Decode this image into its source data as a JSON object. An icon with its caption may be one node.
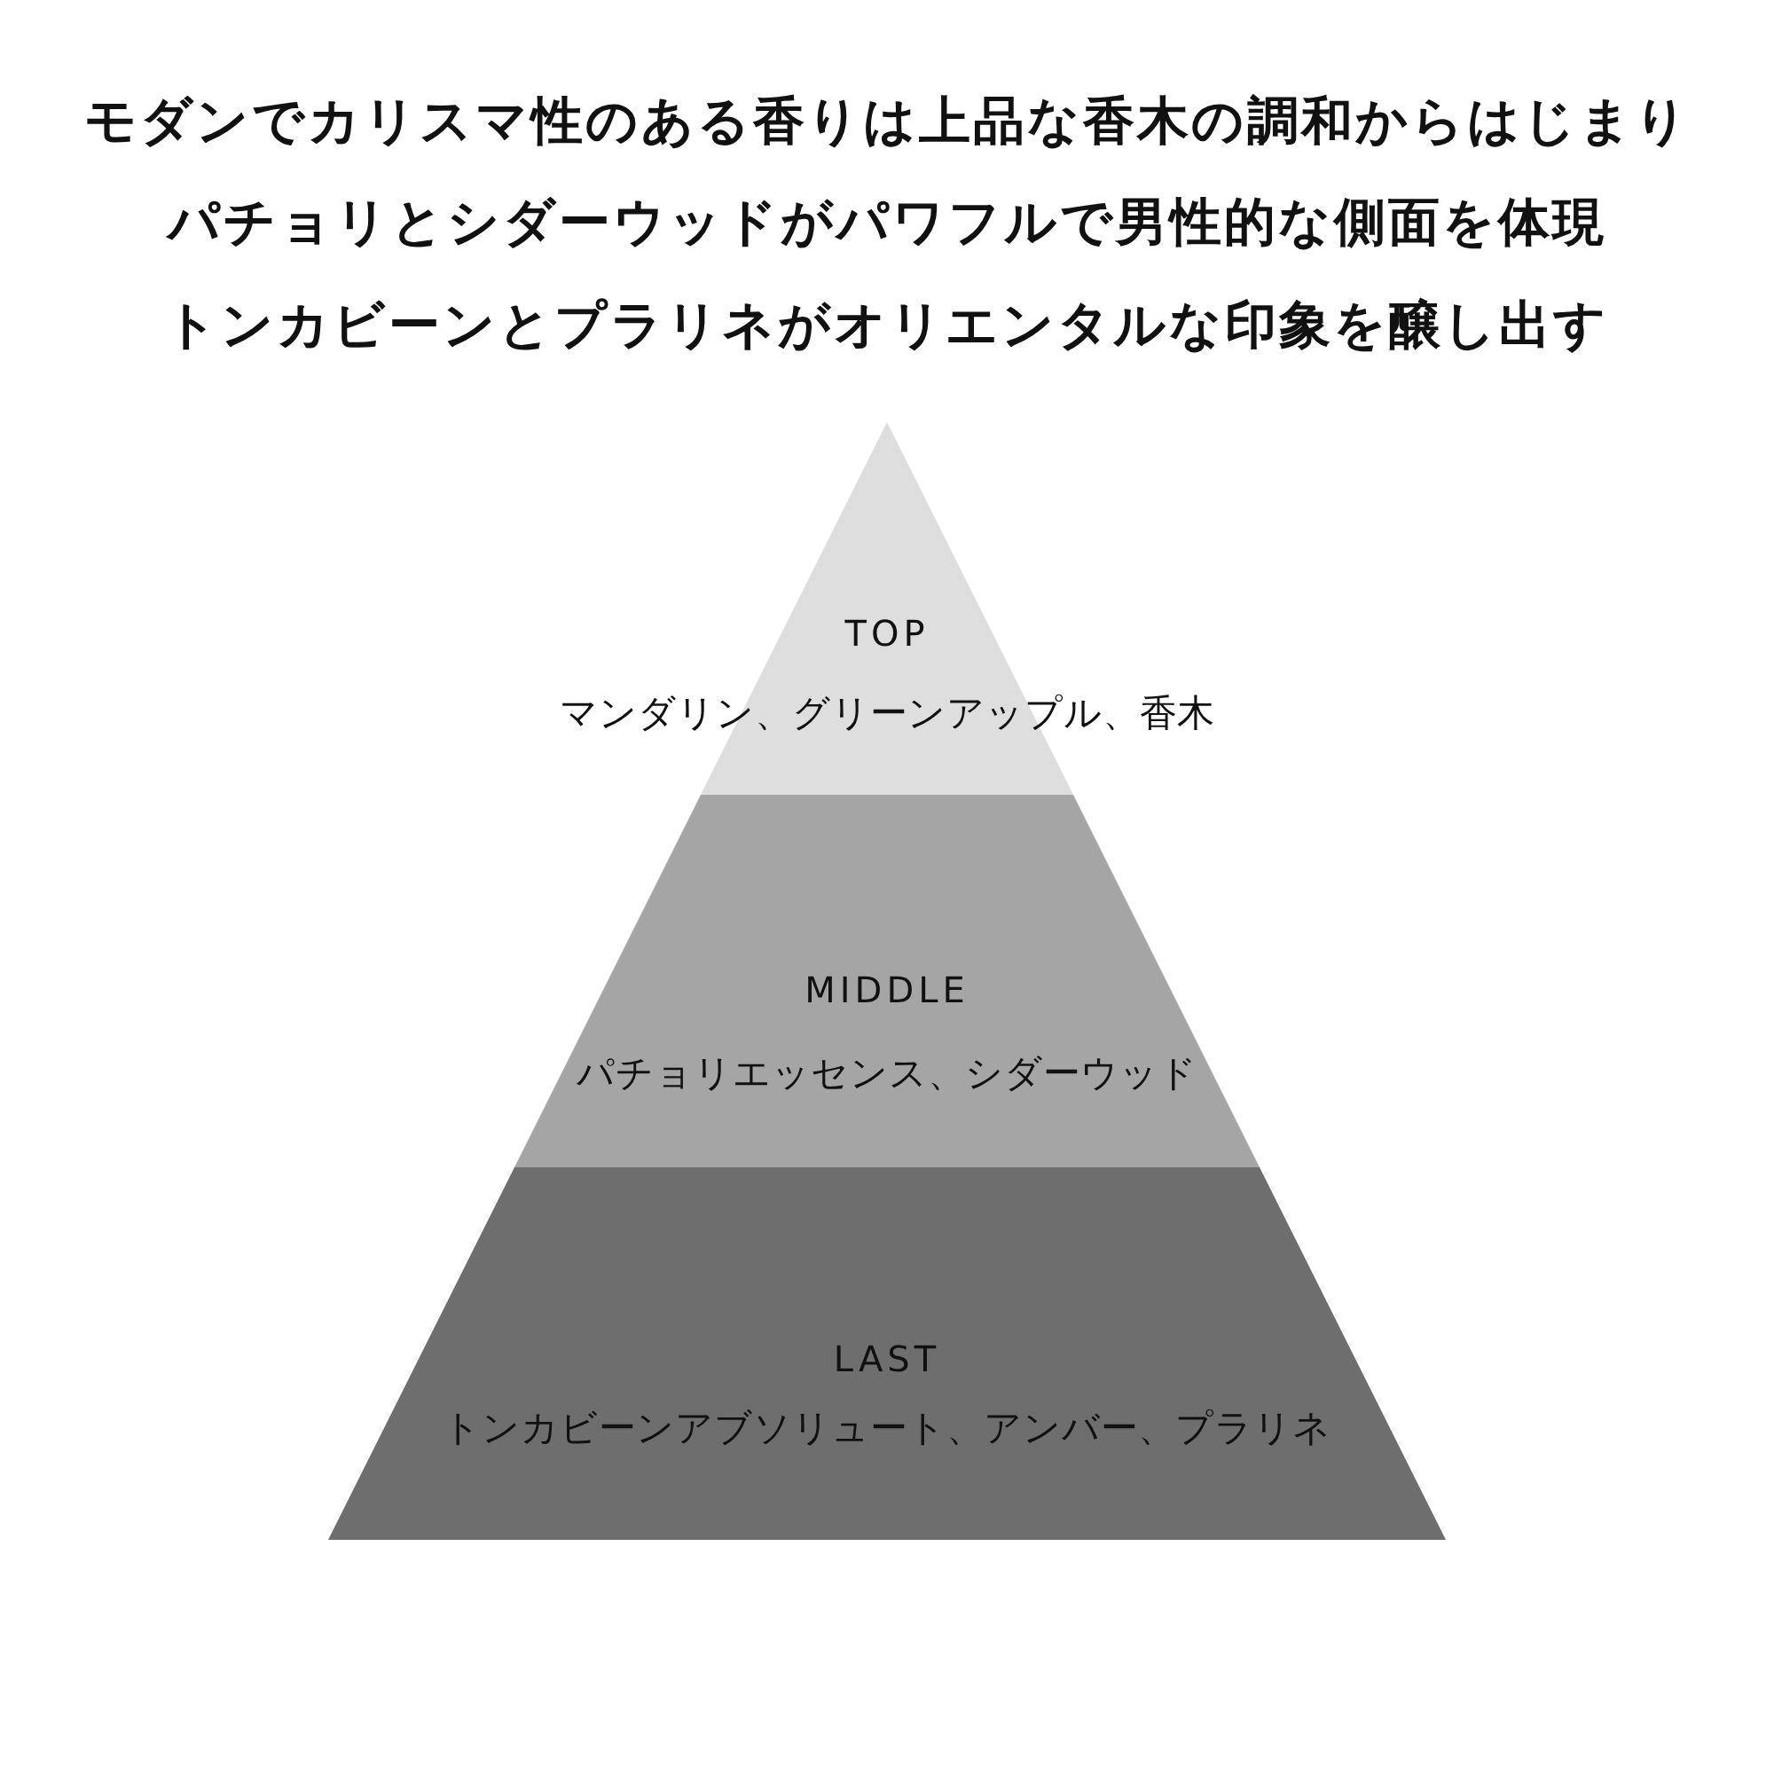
{
  "diagram": {
    "nodes": [
      {
        "text": [
          "TOP",
          "マンダリン、グリーンアップル、香木"
        ]
      },
      {
        "text": [
          "MIDDLE",
          "パチョリエッセンス、シダーウッド"
        ]
      },
      {
        "text": [
          "LAST",
          "トンカビーンアブソリュート、アンバー、プラリネ"
        ]
      }
    ],
    "labels": [
      "モダンでカリスマ性のある香りは上品な香木の調和からはじまり",
      "パチョリとシダーウッドがパワフルで男性的な側面を体現",
      "トンカビーンとプラリネがオリエンタルな印象を醸し出す"
    ]
  }
}
